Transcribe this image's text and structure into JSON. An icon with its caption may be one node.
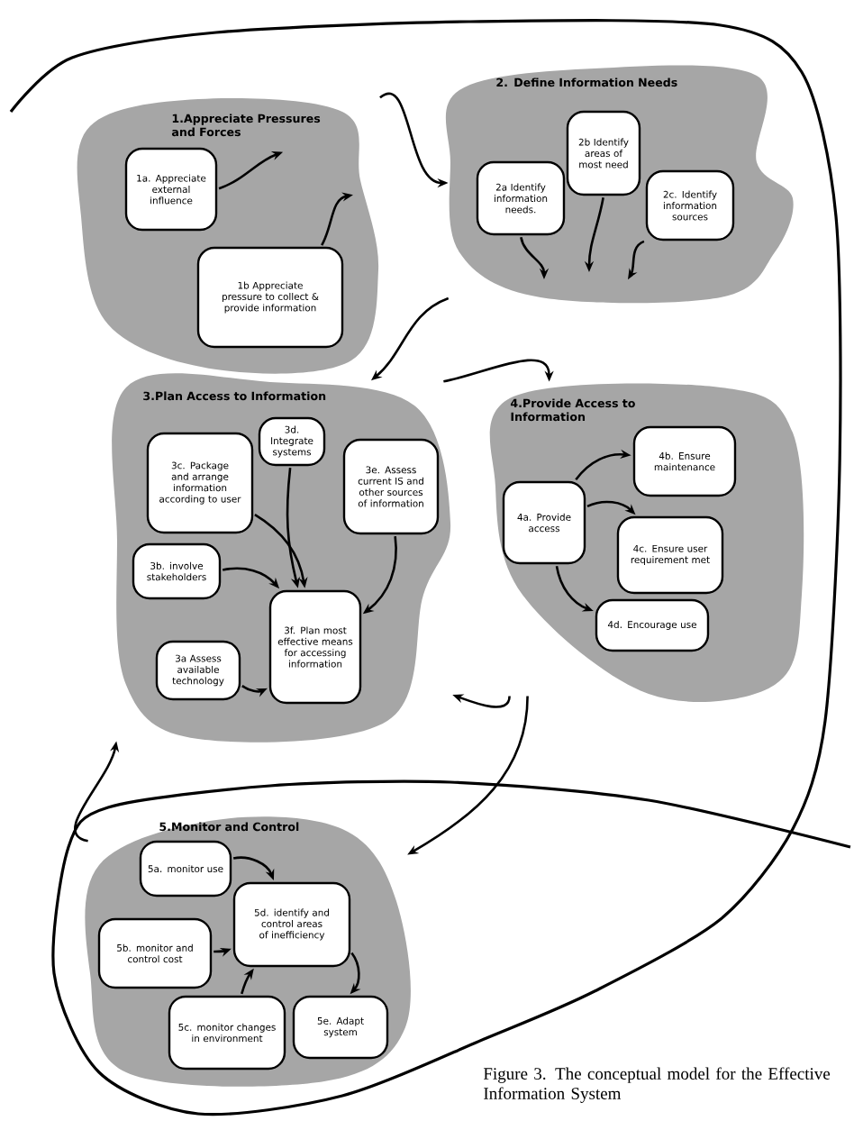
{
  "diagram": {
    "caption": "Figure 3. The conceptual model for the Effective Information System",
    "nodes": [
      {
        "text": [
          "1.Appreciate Pressures and Forces"
        ]
      },
      {
        "text": [
          "1a. Appreciate external influence"
        ],
        "in": 0
      },
      {
        "text": [
          "1b Appreciate pressure to collect & provide information"
        ],
        "in": 0
      },
      {
        "text": [
          "2. Define Information Needs"
        ]
      },
      {
        "text": [
          "2a Identify information needs."
        ],
        "in": 3
      },
      {
        "text": [
          "2b Identify areas of most need"
        ],
        "in": 3
      },
      {
        "text": [
          "2c. Identify information sources"
        ],
        "in": 3
      },
      {
        "text": [
          "3.Plan Access to Information"
        ]
      },
      {
        "text": [
          "3c. Package and arrange information according to user"
        ],
        "in": 7
      },
      {
        "text": [
          "3d. Integrate systems"
        ],
        "in": 7
      },
      {
        "text": [
          "3e. Assess current IS and other sources of information"
        ],
        "in": 7
      },
      {
        "text": [
          "3b. involve stakeholders"
        ],
        "in": 7
      },
      {
        "text": [
          "3f. Plan most effective means for accessing information"
        ],
        "in": 7
      },
      {
        "text": [
          "3a Assess available technology"
        ],
        "in": 7
      },
      {
        "text": [
          "4.Provide Access to Information"
        ]
      },
      {
        "text": [
          "4a. Provide access"
        ],
        "in": 14
      },
      {
        "text": [
          "4b. Ensure maintenance"
        ],
        "in": 14
      },
      {
        "text": [
          "4c. Ensure user requirement met"
        ],
        "in": 14
      },
      {
        "text": [
          "4d. Encourage use"
        ],
        "in": 14
      },
      {
        "text": [
          "5.Monitor and Control"
        ]
      },
      {
        "text": [
          "5a. monitor use"
        ],
        "in": 19
      },
      {
        "text": [
          "5d. identify and control areas of inefficiency"
        ],
        "in": 19
      },
      {
        "text": [
          "5b. monitor and control cost"
        ],
        "in": 19
      },
      {
        "text": [
          "5c. monitor changes in environment"
        ],
        "in": 19
      },
      {
        "text": [
          "5e. Adapt system"
        ],
        "in": 19
      }
    ],
    "edges": [
      {
        "from": 0,
        "to": 3,
        "arrow": "to"
      },
      {
        "from": 3,
        "to": 7,
        "arrow": "to"
      },
      {
        "from": 7,
        "to": 14,
        "arrow": "to"
      },
      {
        "from": 14,
        "to": 7,
        "arrow": "to"
      },
      {
        "from": 14,
        "to": 19,
        "arrow": "to"
      },
      {
        "from": 19,
        "to": 7,
        "arrow": "to"
      },
      {
        "from": 1,
        "to": null,
        "arrow": "to"
      },
      {
        "from": 2,
        "to": null,
        "arrow": "to"
      },
      {
        "from": 4,
        "to": null,
        "arrow": "to"
      },
      {
        "from": 5,
        "to": null,
        "arrow": "to"
      },
      {
        "from": 6,
        "to": null,
        "arrow": "to"
      },
      {
        "from": 8,
        "to": 12,
        "arrow": "to"
      },
      {
        "from": 9,
        "to": 12,
        "arrow": "to"
      },
      {
        "from": 10,
        "to": 12,
        "arrow": "to"
      },
      {
        "from": 11,
        "to": 12,
        "arrow": "to"
      },
      {
        "from": 13,
        "to": 12,
        "arrow": "to"
      },
      {
        "from": 15,
        "to": 16,
        "arrow": "to"
      },
      {
        "from": 15,
        "to": 17,
        "arrow": "to"
      },
      {
        "from": 15,
        "to": 18,
        "arrow": "to"
      },
      {
        "from": 20,
        "to": 21,
        "arrow": "to"
      },
      {
        "from": 22,
        "to": 21,
        "arrow": "to"
      },
      {
        "from": 23,
        "to": 21,
        "arrow": "to"
      },
      {
        "from": 21,
        "to": 24,
        "arrow": "to"
      }
    ]
  }
}
